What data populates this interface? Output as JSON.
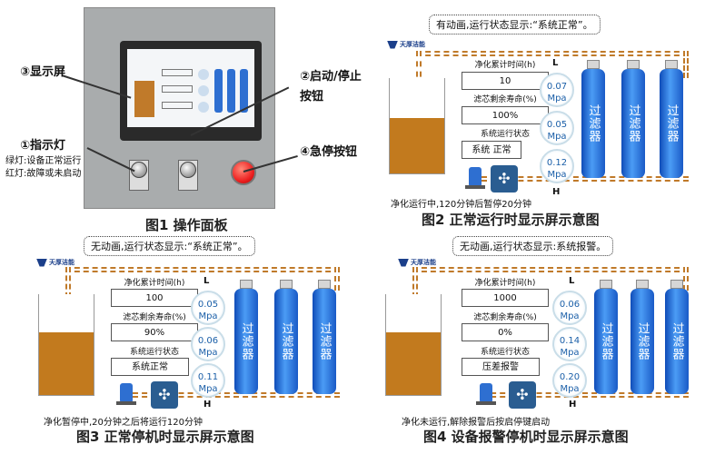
{
  "fig1": {
    "caption": "图1  操作面板",
    "labels": {
      "display": "③显示屏",
      "start_stop": "②启动/停止",
      "start_stop_2": "按钮",
      "indicator": "①指示灯",
      "green": "绿灯:设备正常运行",
      "red": "红灯:故障或未启动",
      "estop": "④急停按钮"
    }
  },
  "common": {
    "logo": "天厚洁能",
    "time_label": "净化累计时间(h)",
    "life_label": "滤芯剩余寿命(%)",
    "status_label": "系统运行状态",
    "filter_label": "过滤器",
    "gauge_unit": "Mpa",
    "L": "L",
    "H": "H"
  },
  "fig2": {
    "caption": "图2  正常运行时显示屏示意图",
    "note": "有动画,运行状态显示:“系统正常”。",
    "time": "10",
    "life": "100%",
    "status": "系统 正常",
    "gauges": [
      "0.07",
      "0.05",
      "0.12"
    ],
    "footer": "净化运行中,120分钟后暂停20分钟",
    "level": 0.58
  },
  "fig3": {
    "caption": "图3  正常停机时显示屏示意图",
    "note": "无动画,运行状态显示:“系统正常”。",
    "time": "100",
    "life": "90%",
    "status": "系统正常",
    "gauges": [
      "0.05",
      "0.06",
      "0.11"
    ],
    "footer": "净化暂停中,20分钟之后将运行120分钟",
    "level": 0.62
  },
  "fig4": {
    "caption": "图4  设备报警停机时显示屏示意图",
    "note": "无动画,运行状态显示:系统报警。",
    "time": "1000",
    "life": "0%",
    "status": "压差报警",
    "gauges": [
      "0.06",
      "0.14",
      "0.20"
    ],
    "footer": "净化未运行,解除报警后按启停键启动",
    "level": 0.62
  }
}
